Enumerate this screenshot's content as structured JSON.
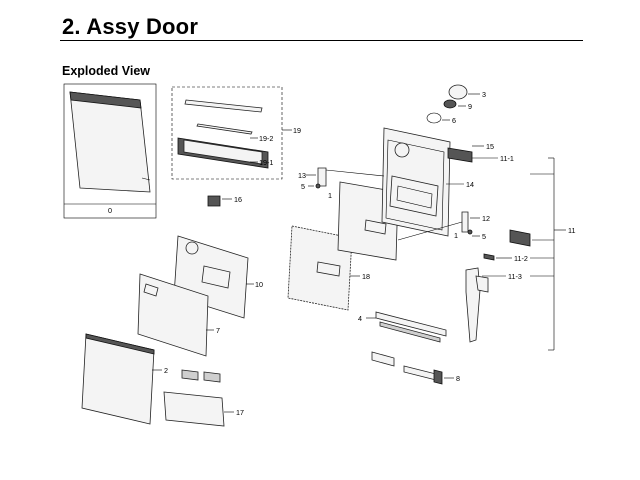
{
  "page": {
    "title": "2.  Assy Door",
    "subtitle": "Exploded View"
  },
  "callouts": {
    "c0": "0",
    "c2": "2",
    "c3": "3",
    "c4": "4",
    "c5a": "5",
    "c5b": "5",
    "c6": "6",
    "c7": "7",
    "c8": "8",
    "c9": "9",
    "c10": "10",
    "c11": "11",
    "c11_1": "11-1",
    "c11_2": "11-2",
    "c11_3": "11-3",
    "c12": "12",
    "c13": "13",
    "c14": "14",
    "c15": "15",
    "c16": "16",
    "c17": "17",
    "c18": "18",
    "c19": "19",
    "c19_1": "19-1",
    "c19_2": "19-2",
    "c1a": "1",
    "c1b": "1"
  }
}
